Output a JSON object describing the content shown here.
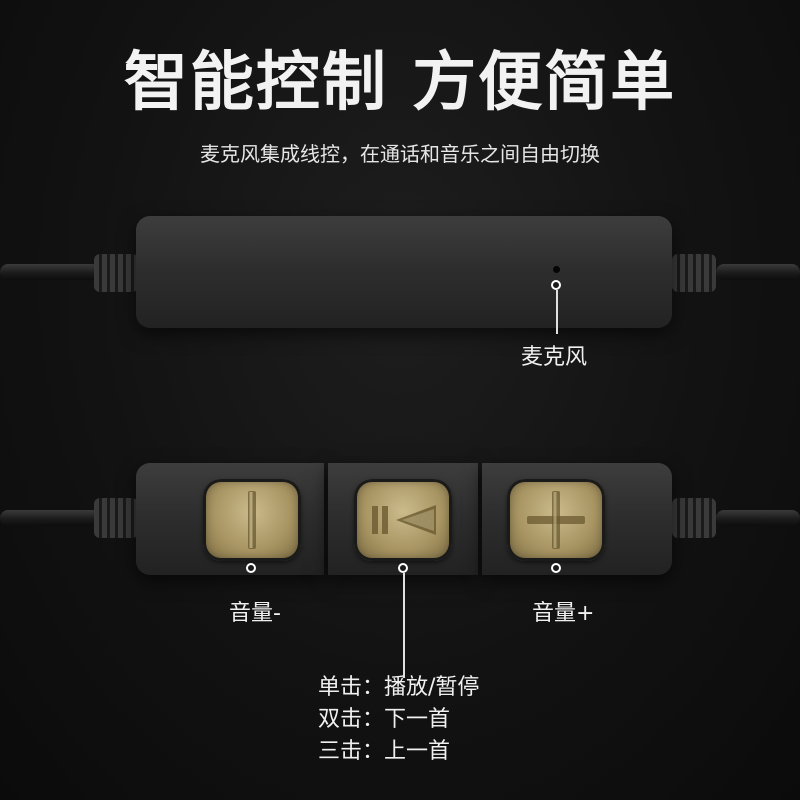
{
  "header": {
    "title": "智能控制 方便简单",
    "subtitle": "麦克风集成线控，在通话和音乐之间自由切换"
  },
  "mic": {
    "label": "麦克风"
  },
  "remote": {
    "volume_down_label": "音量-",
    "volume_up_label": "音量+",
    "play_actions": [
      {
        "key": "单击：",
        "action": "播放/暂停"
      },
      {
        "key": "双击：",
        "action": "下一首"
      },
      {
        "key": "三击：",
        "action": "上一首"
      }
    ]
  },
  "icons": {
    "volume_down": "minus-icon",
    "play_pause": "play-pause-icon",
    "volume_up": "plus-icon"
  },
  "colors": {
    "button_gold": "#a89563",
    "body": "#2e2e2e"
  }
}
